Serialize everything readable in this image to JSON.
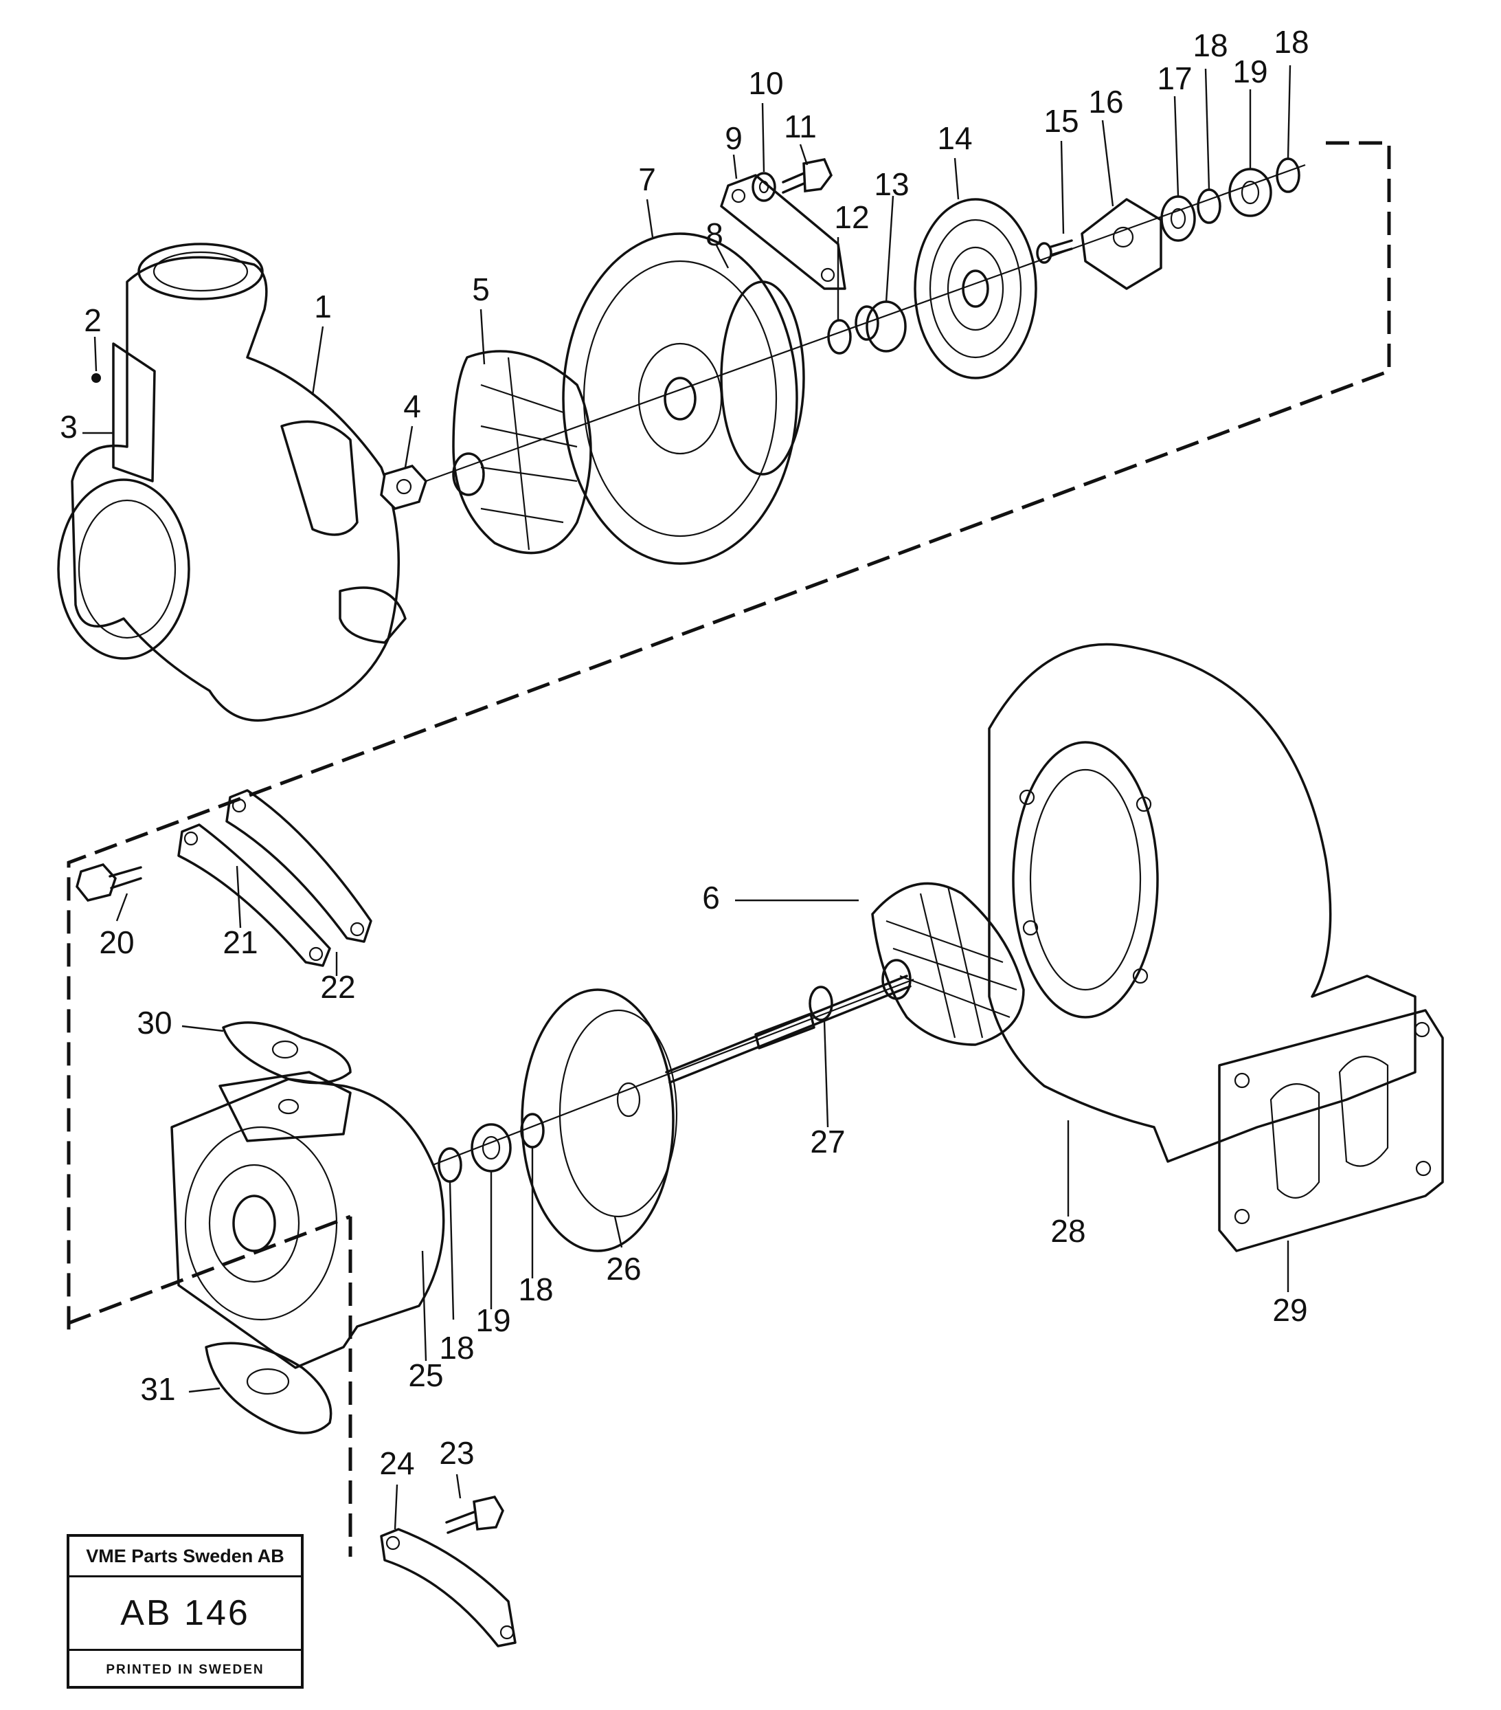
{
  "diagram": {
    "callouts": [
      "1",
      "2",
      "3",
      "4",
      "5",
      "6",
      "7",
      "8",
      "9",
      "10",
      "11",
      "12",
      "13",
      "14",
      "15",
      "16",
      "17",
      "18",
      "19",
      "20",
      "21",
      "22",
      "23",
      "24",
      "25",
      "26",
      "27",
      "28",
      "29",
      "30",
      "31"
    ],
    "labels": {
      "c1": "1",
      "c2": "2",
      "c3": "3",
      "c4": "4",
      "c5": "5",
      "c6": "6",
      "c7": "7",
      "c8": "8",
      "c9": "9",
      "c10": "10",
      "c11": "11",
      "c12": "12",
      "c13": "13",
      "c14": "14",
      "c15": "15",
      "c16": "16",
      "c17": "17",
      "c18a": "18",
      "c19a": "19",
      "c18b": "18",
      "c20": "20",
      "c21": "21",
      "c22": "22",
      "c23": "23",
      "c24": "24",
      "c25": "25",
      "c26": "26",
      "c27": "27",
      "c28": "28",
      "c29": "29",
      "c30": "30",
      "c31": "31",
      "c18c": "18",
      "c19b": "19",
      "c18d": "18"
    }
  },
  "title_block": {
    "company": "VME Parts Sweden AB",
    "code": "AB 146",
    "footer": "PRINTED IN SWEDEN"
  }
}
